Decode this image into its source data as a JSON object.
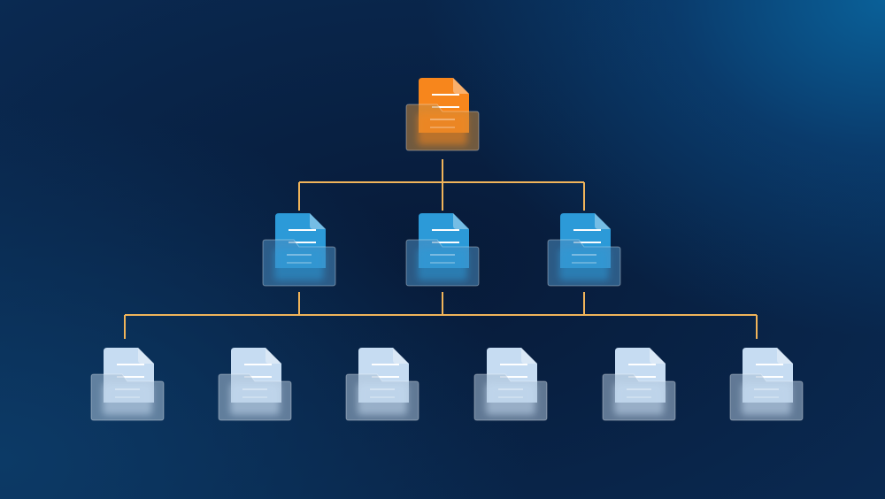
{
  "diagram": {
    "type": "hierarchy",
    "connector_color": "#f0b45a",
    "levels": [
      {
        "level": 1,
        "count": 1,
        "color": "#f7861c",
        "front_color": "#c98a3e"
      },
      {
        "level": 2,
        "count": 3,
        "color": "#2c9ad8",
        "front_color": "#4a8cc0"
      },
      {
        "level": 3,
        "count": 6,
        "color": "#c6dcf2",
        "front_color": "#a9bfd6"
      }
    ],
    "icon": "folder-with-document-icon"
  }
}
